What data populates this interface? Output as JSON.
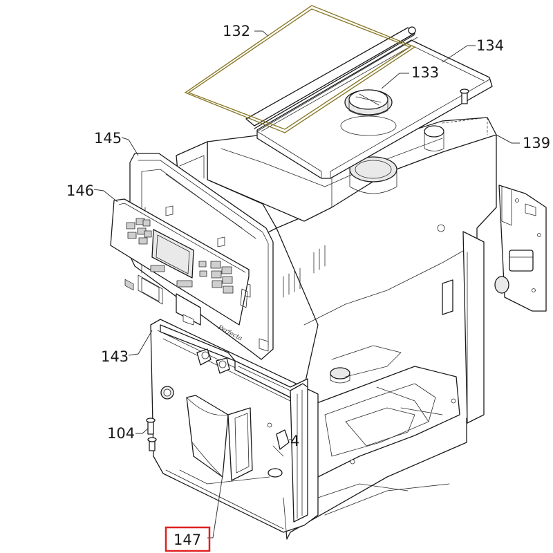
{
  "diagram": {
    "labels": [
      {
        "id": "132",
        "text": "132"
      },
      {
        "id": "134",
        "text": "134"
      },
      {
        "id": "133",
        "text": "133"
      },
      {
        "id": "139",
        "text": "139"
      },
      {
        "id": "145",
        "text": "145"
      },
      {
        "id": "146",
        "text": "146"
      },
      {
        "id": "143",
        "text": "143"
      },
      {
        "id": "104",
        "text": "104"
      },
      {
        "id": "4",
        "text": "4"
      },
      {
        "id": "147",
        "text": "147"
      }
    ],
    "brand_text": "Perfecta",
    "highlight_color": "#e02020",
    "gasket_color": "#8a7a2a"
  }
}
